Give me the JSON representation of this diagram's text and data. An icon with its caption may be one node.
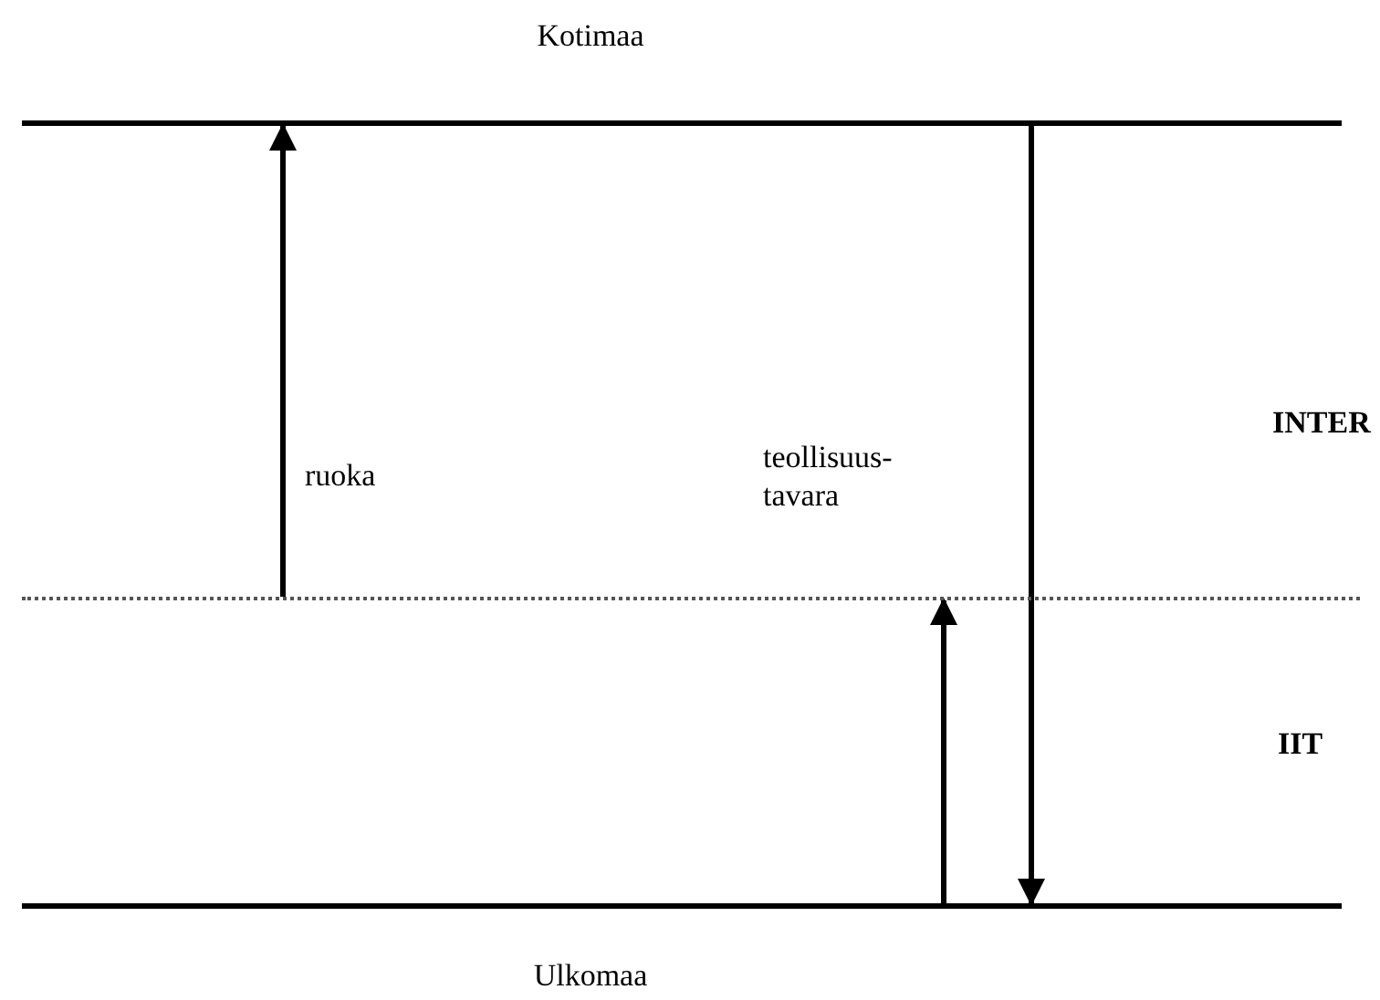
{
  "diagram": {
    "nodes": [
      {
        "text": [
          "Kotimaa"
        ]
      },
      {
        "text": [],
        "shape": "bar"
      },
      {
        "text": [
          "Ulkomaa"
        ]
      }
    ],
    "edges": [
      {
        "from": 1,
        "to": 0,
        "arrow": "to",
        "label": "ruoka"
      },
      {
        "from": 0,
        "to": 2,
        "arrow": "to",
        "label": "teollisuus- tavara"
      },
      {
        "from": 2,
        "to": 1,
        "arrow": "to"
      }
    ],
    "labels": [
      "INTER",
      "IIT"
    ]
  }
}
